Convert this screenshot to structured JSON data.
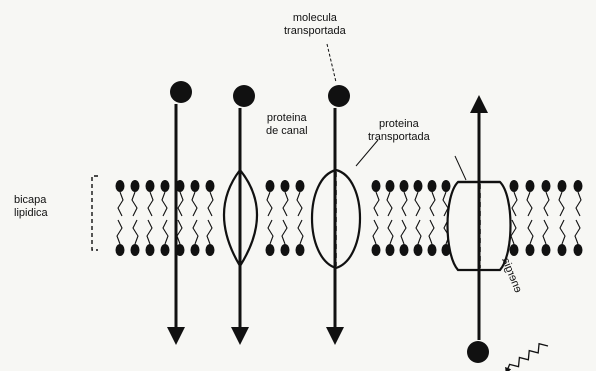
{
  "labels": {
    "molecule_transported": [
      "molecula",
      "transportada"
    ],
    "channel_protein": [
      "proteina",
      "de canal"
    ],
    "transport_protein": [
      "proteina",
      "transportada"
    ],
    "lipid_bilayer": [
      "bicapa",
      "lipidica"
    ],
    "energy": "energia"
  },
  "colors": {
    "ink": "#111111",
    "paper": "#f7f7f4"
  }
}
